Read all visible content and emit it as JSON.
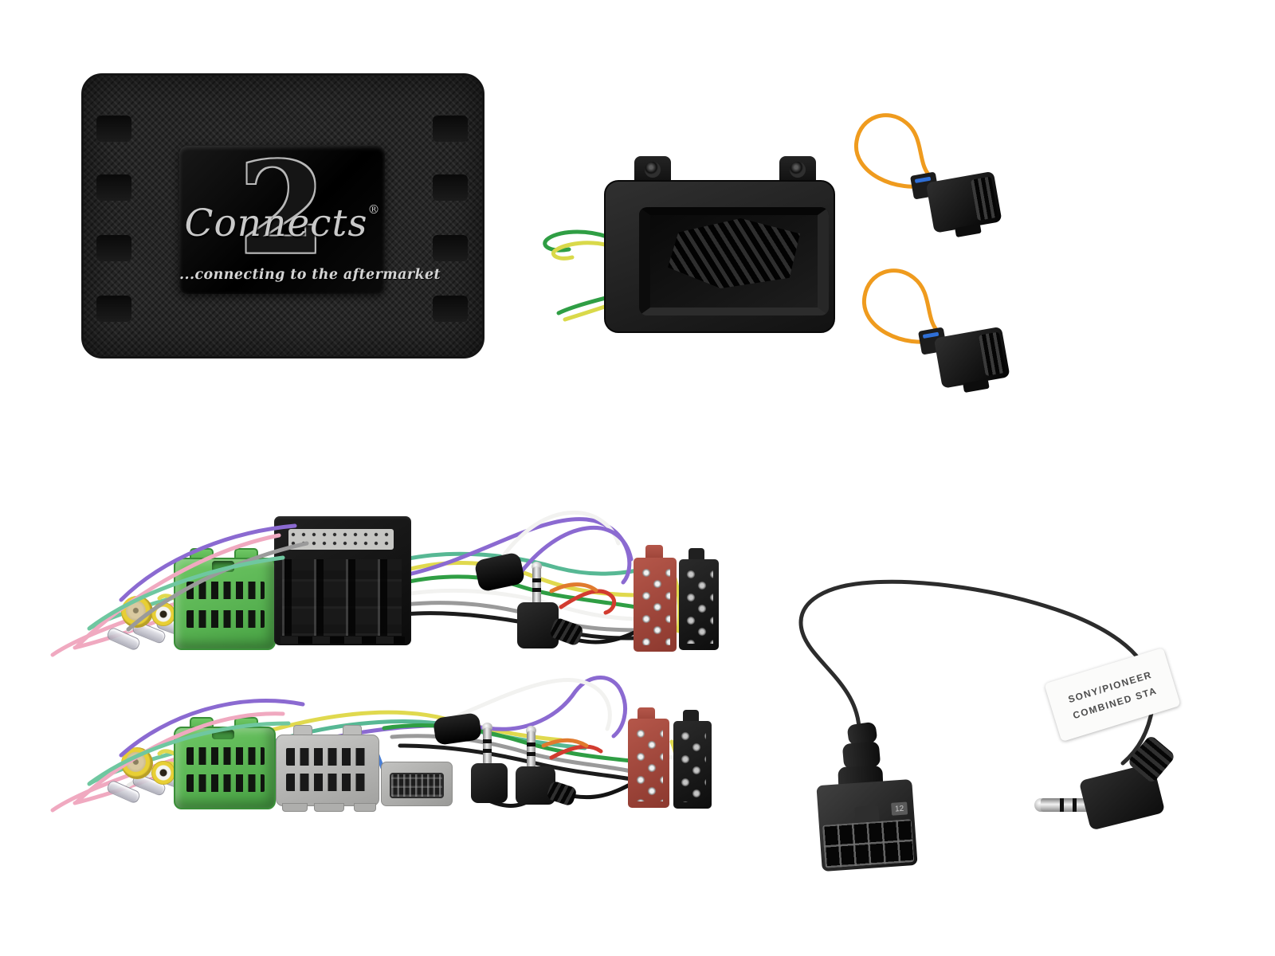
{
  "photo": {
    "background_color": "#ffffff",
    "kit_items": [
      "interface-box",
      "mute-speaker-module",
      "antenna-bypass-adapter-1",
      "antenna-bypass-adapter-2",
      "wiring-harness-row-1",
      "wiring-harness-row-2",
      "patch-lead"
    ]
  },
  "interface_box": {
    "logo_script": "Connects",
    "logo_numeral": "2",
    "logo_registered_mark": "®",
    "tagline": "...connecting to the aftermarket"
  },
  "patch_lead": {
    "label_line1": "SONY/PIONEER",
    "label_line2": "COMBINED STA",
    "connector_marking": "12"
  },
  "colors": {
    "background": "#ffffff",
    "device_black": "#1e1e1e",
    "logo_silver": "#c4c4c4",
    "fiber_loop_orange": "#ef9b1e",
    "volvo_connector_green": "#58b54c",
    "iso_connector_red": "#a8473c",
    "iso_connector_black": "#1c1c1c",
    "gray_connector": "#b5b5b3",
    "rca_yellow": "#e8cf35",
    "wire_pink": "#f0a9c0",
    "wire_teal": "#6fc7a0",
    "wire_purple": "#8b6ad1",
    "wire_yellow": "#e0d94e",
    "wire_green": "#2f9e44"
  }
}
